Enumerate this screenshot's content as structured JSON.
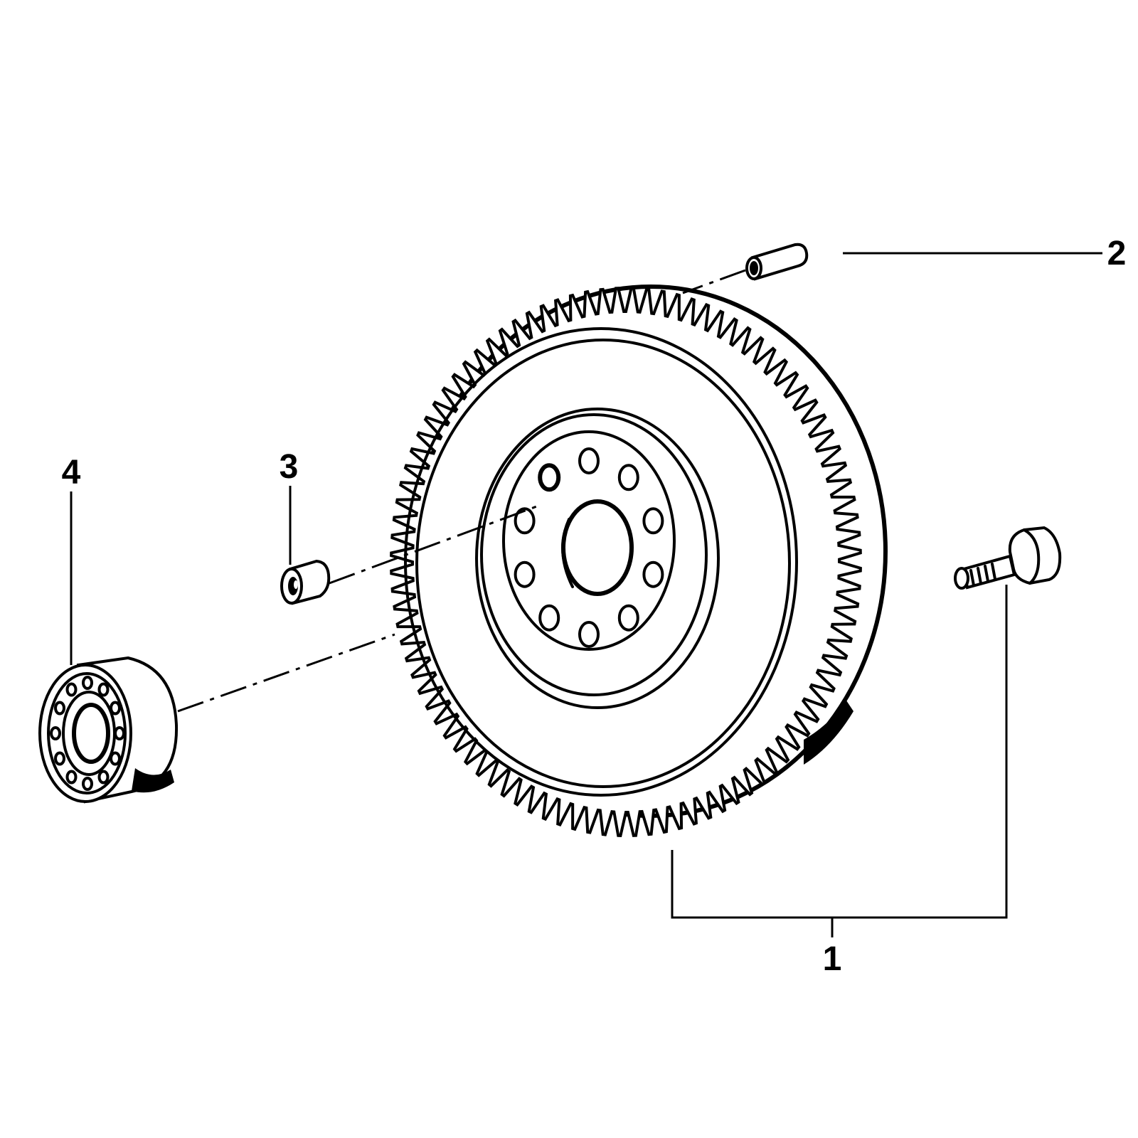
{
  "callouts": {
    "part_1": "1",
    "part_2": "2",
    "part_3": "3",
    "part_4": "4"
  },
  "colors": {
    "ink": "#000000",
    "background": "#ffffff"
  },
  "gear": {
    "tooth_count": 96,
    "bolt_hole_count": 10
  }
}
